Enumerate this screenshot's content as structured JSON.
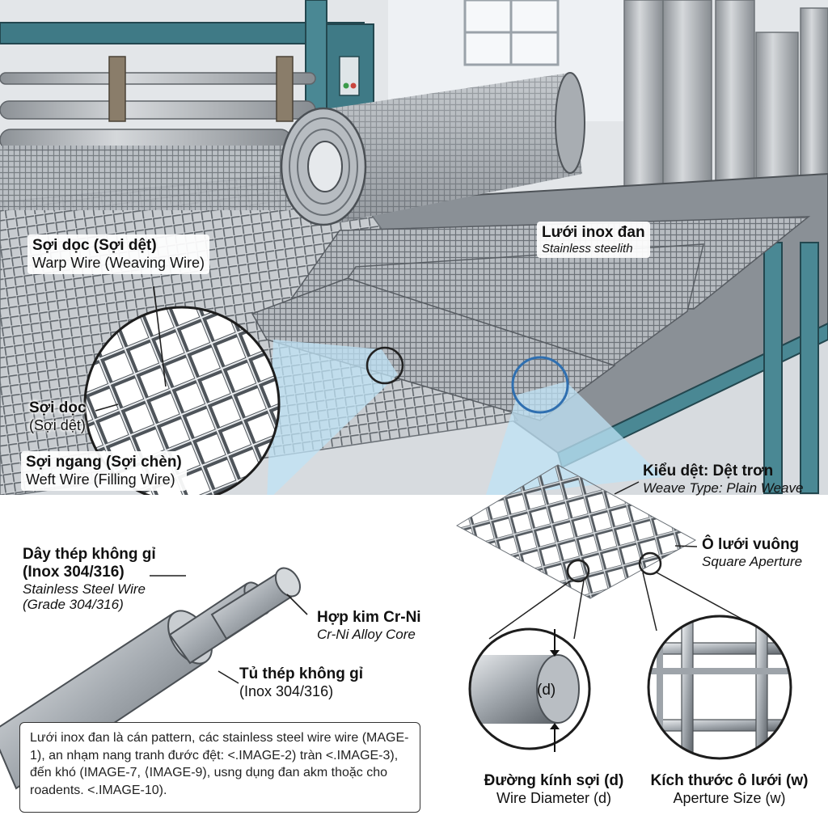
{
  "labels": {
    "mesh_roll": {
      "title": "Lưới inox đan",
      "subtitle": "Stainless steelith"
    },
    "warp_top": {
      "title": "Sợi dọc (Sợi dệt)",
      "subtitle": "Warp Wire (Weaving Wire)"
    },
    "warp_inner": {
      "title": "Sợi dọc",
      "subtitle": "(Sợi dệt)"
    },
    "weft": {
      "title": "Sợi ngang (Sợi chèn)",
      "subtitle": "Weft Wire (Filling Wire)"
    },
    "weave_type": {
      "title": "Kiểu dệt: Dệt trơn",
      "subtitle": "Weave Type: Plain Weave"
    },
    "aperture": {
      "title": "Ô lưới vuông",
      "subtitle": "Square Aperture"
    },
    "wire": {
      "title_line1": "Dây thép không gỉ",
      "title_line2": "(Inox 304/316)",
      "sub_line1": "Stainless Steel Wire",
      "sub_line2": "(Grade 304/316)"
    },
    "core": {
      "title": "Hợp kim Cr-Ni",
      "subtitle": "Cr-Ni Alloy Core"
    },
    "sheath": {
      "title": "Tủ thép không gỉ",
      "subtitle": "(Inox 304/316)"
    },
    "diameter": {
      "title": "Đường kính sợi (d)",
      "subtitle": "Wire Diameter (d)",
      "symbol": "(d)"
    },
    "aperture_size": {
      "title": "Kích thước ô lưới (w)",
      "subtitle": "Aperture Size (w)"
    }
  },
  "description": "Lưới inox đan là cán pattern, các stainless steel wire wire (MAGE-1), an nhạm nang tranh đước đệt: <.IMAGE-2) tràn <.IMAGE-3), đến khó (IMAGE-7, ⟨IMAGE-9), usng dụng đan akm thoặc cho roadents. <.IMAGE-10).",
  "colors": {
    "machine_teal": "#3f7a86",
    "steel": "#9aa0a6",
    "highlight_circle": "#2f6fb0",
    "zoom_beam": "#bfe3f5"
  },
  "icons": [
    "control-panel-icon",
    "magnifier-circle-icon"
  ]
}
